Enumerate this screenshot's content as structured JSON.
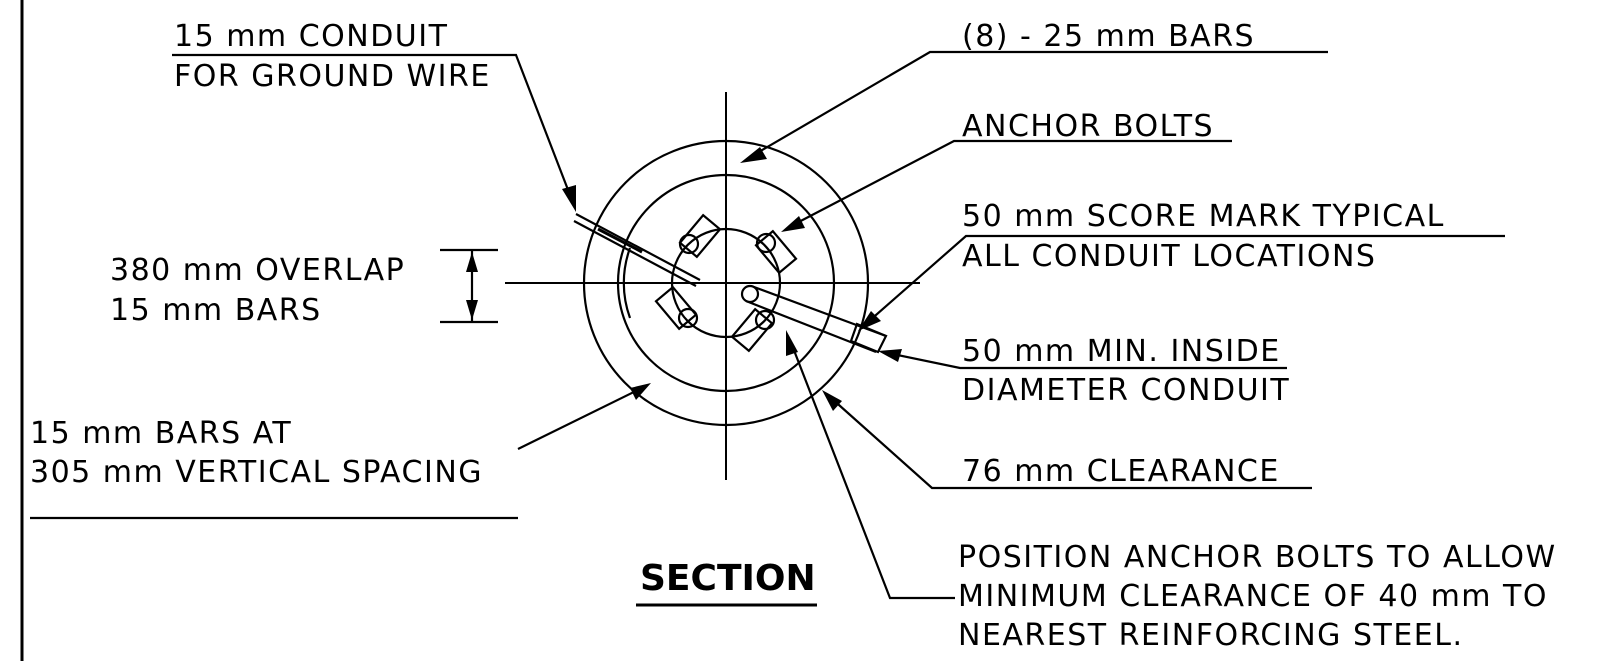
{
  "title": "SECTION",
  "labels": {
    "conduit_ground_1": "15 mm CONDUIT",
    "conduit_ground_2": "FOR GROUND WIRE",
    "bars": "(8) - 25 mm BARS",
    "anchor_bolts": "ANCHOR BOLTS",
    "score_mark_1": "50 mm SCORE MARK TYPICAL",
    "score_mark_2": "ALL CONDUIT LOCATIONS",
    "overlap_1": "380 mm OVERLAP",
    "overlap_2": "15 mm BARS",
    "min_conduit_1": "50 mm MIN. INSIDE",
    "min_conduit_2": "DIAMETER CONDUIT",
    "spacing_1": "15 mm BARS AT",
    "spacing_2": "305 mm VERTICAL SPACING",
    "clearance": "76 mm CLEARANCE",
    "position_note_1": "POSITION ANCHOR BOLTS TO ALLOW",
    "position_note_2": "MINIMUM CLEARANCE OF 40 mm TO",
    "position_note_3": "NEAREST REINFORCING STEEL."
  },
  "colors": {
    "line": "#000000",
    "background": "#ffffff"
  }
}
